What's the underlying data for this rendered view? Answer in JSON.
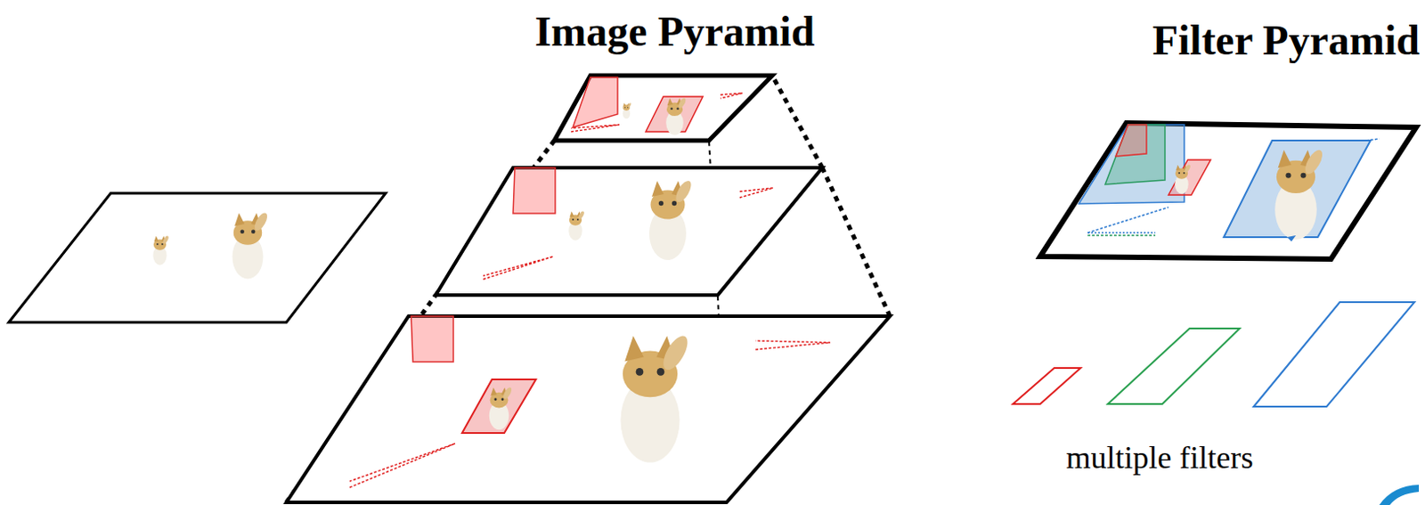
{
  "diagram": {
    "labels": [
      "Image Pyramid",
      "Filter Pyramid",
      "multiple filters"
    ]
  }
}
